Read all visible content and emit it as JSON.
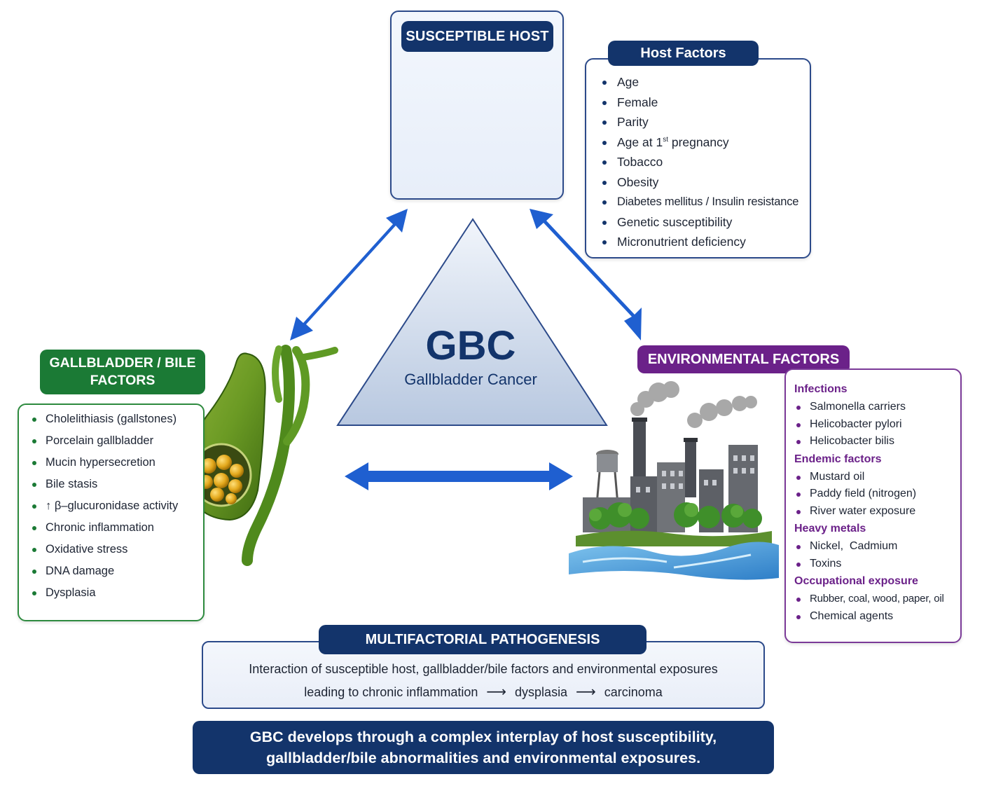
{
  "colors": {
    "navy": "#13346b",
    "green": "#1b7a35",
    "purple": "#6b2189",
    "arrow_blue": "#1f5fd0"
  },
  "host": {
    "title": "SUSCEPTIBLE HOST",
    "icon": "human-figure-icon"
  },
  "host_factors": {
    "title": "Host Factors",
    "items": [
      "Age",
      "Female",
      "Parity",
      "Age at 1st pregnancy",
      "Tobacco",
      "Obesity",
      "Diabetes mellitus / Insulin resistance",
      "Genetic susceptibility",
      "Micronutrient deficiency"
    ],
    "age_first_pregnancy": {
      "pre": "Age at 1",
      "sup": "st",
      "post": " pregnancy"
    }
  },
  "center": {
    "abbr": "GBC",
    "name": "Gallbladder Cancer"
  },
  "gallbladder": {
    "title_line1": "GALLBLADDER / BILE",
    "title_line2": "FACTORS",
    "icon": "gallbladder-with-stones-icon",
    "items": [
      "Cholelithiasis (gallstones)",
      "Porcelain gallbladder",
      "Mucin hypersecretion",
      "Bile stasis",
      "↑ β–glucuronidase activity",
      "Chronic inflammation",
      "Oxidative stress",
      "DNA damage",
      "Dysplasia"
    ]
  },
  "environment": {
    "title": "ENVIRONMENTAL FACTORS",
    "icon": "factory-river-icon",
    "groups": [
      {
        "heading": "Infections",
        "items": [
          "Salmonella carriers",
          "Helicobacter pylori",
          "Helicobacter bilis"
        ]
      },
      {
        "heading": "Endemic factors",
        "items": [
          "Mustard oil",
          "Paddy field (nitrogen)",
          "River water exposure"
        ]
      },
      {
        "heading": "Heavy metals",
        "items": [
          "Nickel,  Cadmium",
          "Toxins"
        ]
      },
      {
        "heading": "Occupational exposure",
        "items": [
          "Rubber, coal, wood, paper, oil",
          "Chemical agents"
        ]
      }
    ]
  },
  "pathogenesis": {
    "title": "MULTIFACTORIAL PATHOGENESIS",
    "line1": "Interaction of susceptible host, gallbladder/bile factors and environmental exposures",
    "line2_a": "leading to chronic inflammation",
    "arrow": "⟶",
    "line2_b": "dysplasia",
    "line2_c": "carcinoma"
  },
  "conclusion": {
    "line1": "GBC develops through a complex interplay of host susceptibility,",
    "line2": "gallbladder/bile abnormalities and environmental exposures."
  }
}
